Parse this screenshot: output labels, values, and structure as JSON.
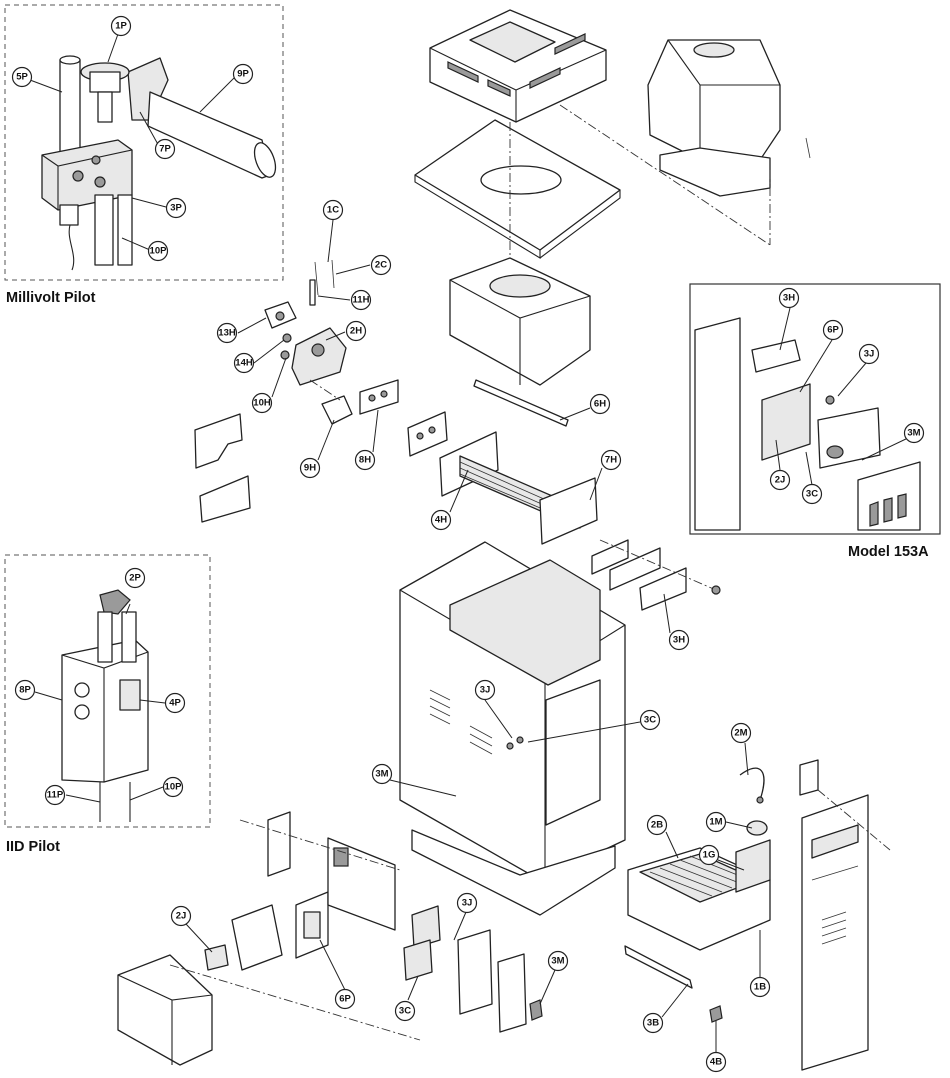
{
  "sections": {
    "millivolt_pilot": "Millivolt Pilot",
    "iid_pilot": "IID Pilot",
    "model_153a": "Model 153A"
  },
  "callouts": {
    "1P": "1P",
    "5P": "5P",
    "9P": "9P",
    "7P": "7P",
    "3P": "3P",
    "10P": "10P",
    "2P": "2P",
    "8P": "8P",
    "4P": "4P",
    "11P": "11P",
    "10P_iid": "10P",
    "1C": "1C",
    "2C": "2C",
    "11H": "11H",
    "13H": "13H",
    "2H": "2H",
    "14H": "14H",
    "10H": "10H",
    "9H": "9H",
    "8H": "8H",
    "6H": "6H",
    "7H": "7H",
    "4H": "4H",
    "3H": "3H",
    "3J": "3J",
    "3C": "3C",
    "3M": "3M",
    "2M": "2M",
    "1M": "1M",
    "1G": "1G",
    "2B": "2B",
    "1B": "1B",
    "3B": "3B",
    "4B": "4B",
    "2J": "2J",
    "6P": "6P",
    "3J_b": "3J",
    "3C_b": "3C",
    "3M_b": "3M",
    "3H_153a": "3H",
    "6P_153a": "6P",
    "3J_153a": "3J",
    "3M_153a": "3M",
    "2J_153a": "2J",
    "3C_153a": "3C"
  }
}
